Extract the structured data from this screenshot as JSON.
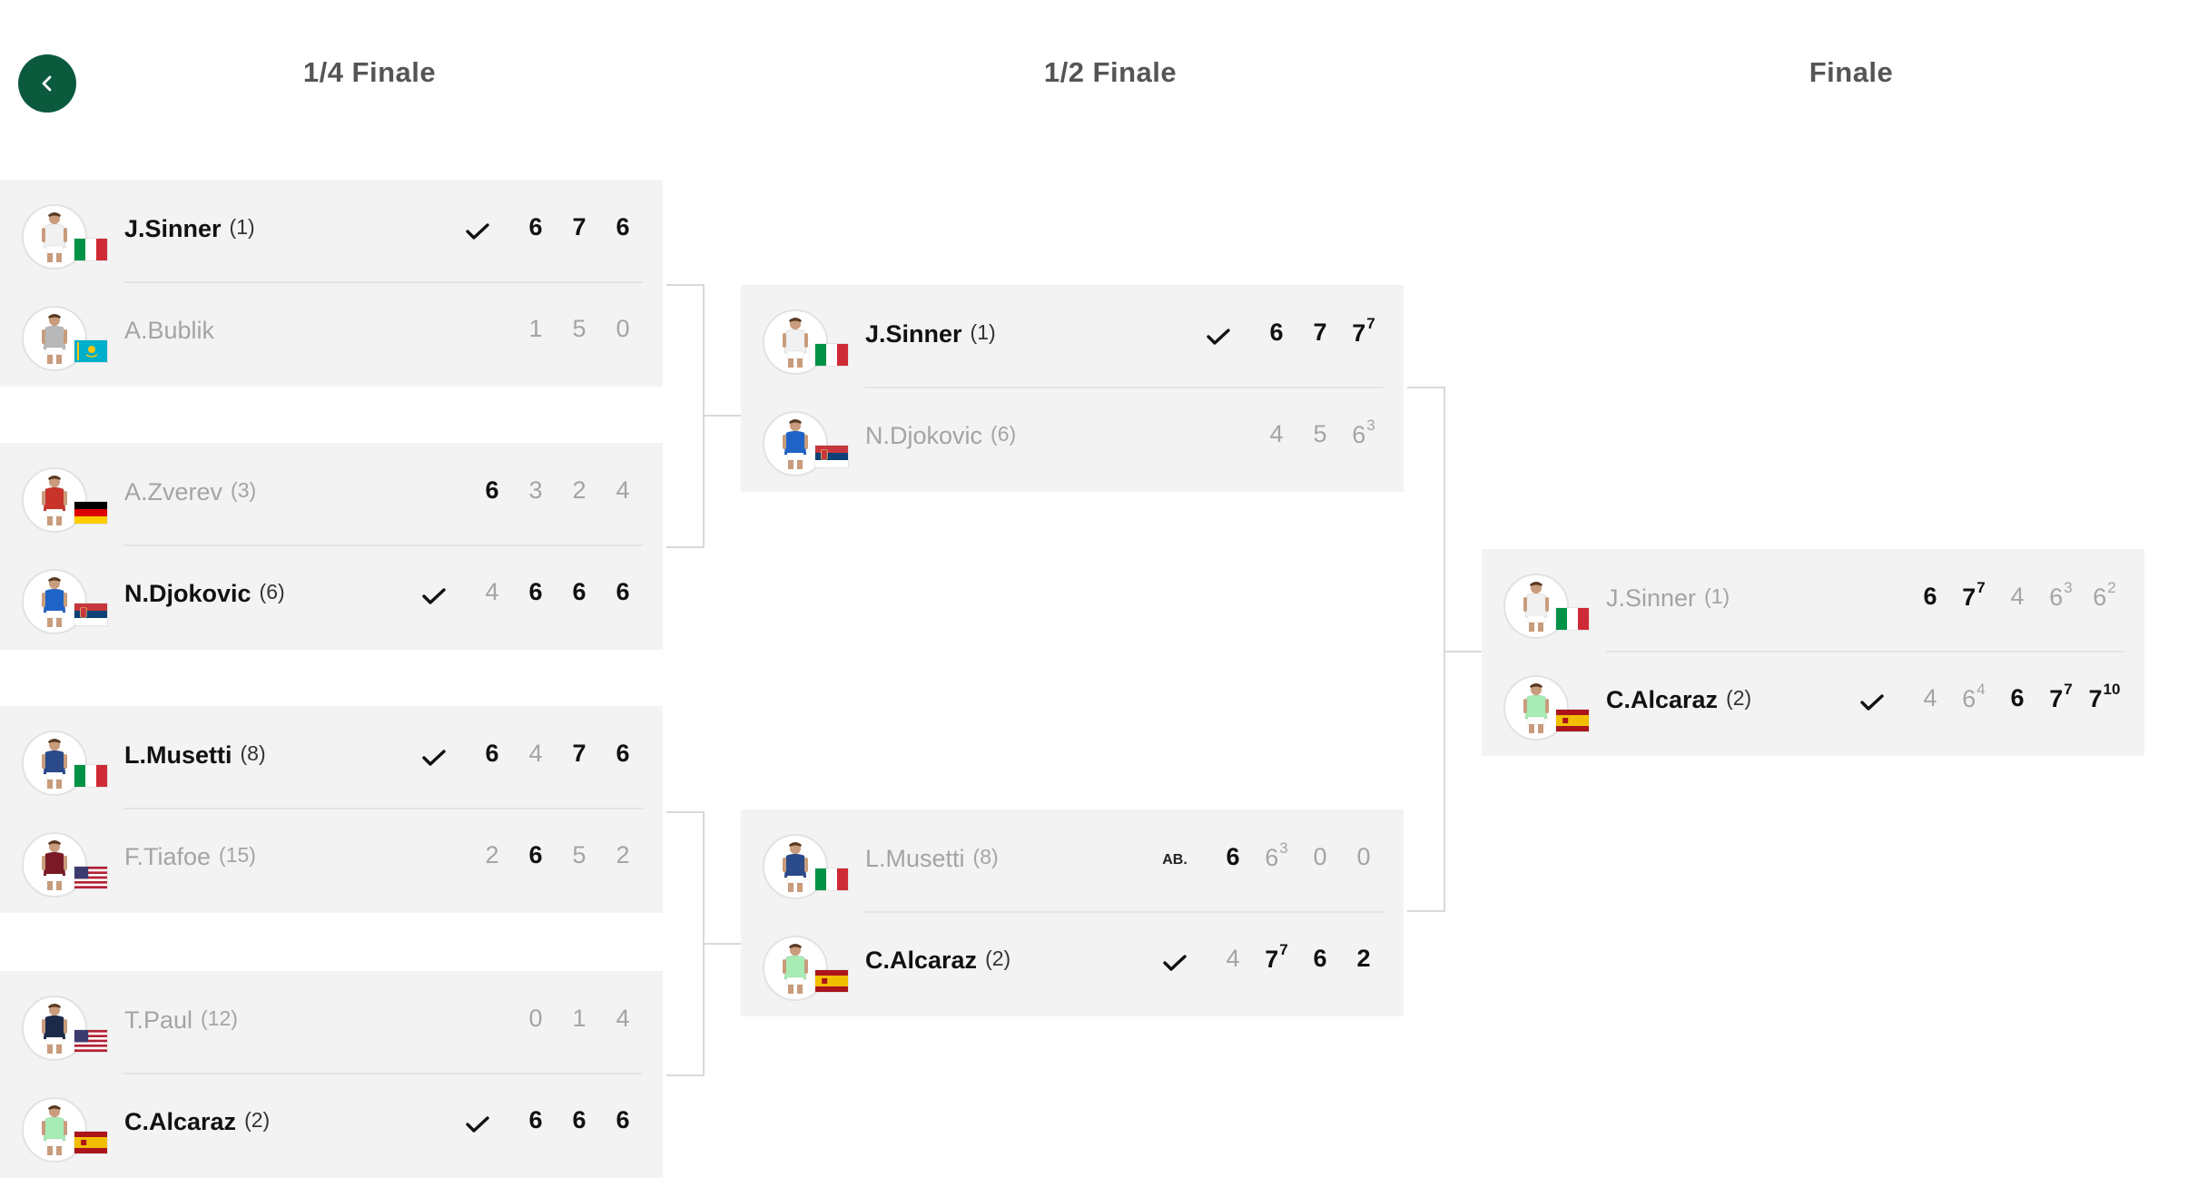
{
  "back_button_icon": "chevron-left-icon",
  "check_icon": "checkmark-icon",
  "colors": {
    "back_button": "#0b5a3e",
    "panel": "#f3f3f3",
    "winner_text": "#111111",
    "loser_text": "#a4a4a4",
    "connector": "#d9d9d9"
  },
  "rounds": [
    {
      "title": "1/4 Finale",
      "matches": [
        {
          "players": [
            {
              "name": "J.Sinner",
              "seed": "(1)",
              "country": "ITA",
              "kit": "#f1f1f1",
              "winner": true,
              "scores": [
                {
                  "v": "6",
                  "won": true
                },
                {
                  "v": "7",
                  "won": true
                },
                {
                  "v": "6",
                  "won": true
                }
              ]
            },
            {
              "name": "A.Bublik",
              "seed": "",
              "country": "KAZ",
              "kit": "#b8b8b8",
              "winner": false,
              "scores": [
                {
                  "v": "1",
                  "won": false
                },
                {
                  "v": "5",
                  "won": false
                },
                {
                  "v": "0",
                  "won": false
                }
              ]
            }
          ]
        },
        {
          "players": [
            {
              "name": "A.Zverev",
              "seed": "(3)",
              "country": "GER",
              "kit": "#c9342a",
              "winner": false,
              "scores": [
                {
                  "v": "6",
                  "won": true
                },
                {
                  "v": "3",
                  "won": false
                },
                {
                  "v": "2",
                  "won": false
                },
                {
                  "v": "4",
                  "won": false
                }
              ]
            },
            {
              "name": "N.Djokovic",
              "seed": "(6)",
              "country": "SRB",
              "kit": "#1f63c6",
              "winner": true,
              "scores": [
                {
                  "v": "4",
                  "won": false
                },
                {
                  "v": "6",
                  "won": true
                },
                {
                  "v": "6",
                  "won": true
                },
                {
                  "v": "6",
                  "won": true
                }
              ]
            }
          ]
        },
        {
          "players": [
            {
              "name": "L.Musetti",
              "seed": "(8)",
              "country": "ITA",
              "kit": "#2a4a8a",
              "winner": true,
              "scores": [
                {
                  "v": "6",
                  "won": true
                },
                {
                  "v": "4",
                  "won": false
                },
                {
                  "v": "7",
                  "won": true
                },
                {
                  "v": "6",
                  "won": true
                }
              ]
            },
            {
              "name": "F.Tiafoe",
              "seed": "(15)",
              "country": "USA",
              "kit": "#7a1a26",
              "winner": false,
              "scores": [
                {
                  "v": "2",
                  "won": false
                },
                {
                  "v": "6",
                  "won": true
                },
                {
                  "v": "5",
                  "won": false
                },
                {
                  "v": "2",
                  "won": false
                }
              ]
            }
          ]
        },
        {
          "players": [
            {
              "name": "T.Paul",
              "seed": "(12)",
              "country": "USA",
              "kit": "#1c2a4a",
              "winner": false,
              "scores": [
                {
                  "v": "0",
                  "won": false
                },
                {
                  "v": "1",
                  "won": false
                },
                {
                  "v": "4",
                  "won": false
                }
              ]
            },
            {
              "name": "C.Alcaraz",
              "seed": "(2)",
              "country": "ESP",
              "kit": "#a6ecb4",
              "winner": true,
              "scores": [
                {
                  "v": "6",
                  "won": true
                },
                {
                  "v": "6",
                  "won": true
                },
                {
                  "v": "6",
                  "won": true
                }
              ]
            }
          ]
        }
      ]
    },
    {
      "title": "1/2 Finale",
      "matches": [
        {
          "players": [
            {
              "name": "J.Sinner",
              "seed": "(1)",
              "country": "ITA",
              "kit": "#f1f1f1",
              "winner": true,
              "scores": [
                {
                  "v": "6",
                  "won": true
                },
                {
                  "v": "7",
                  "won": true
                },
                {
                  "v": "7",
                  "tb": "7",
                  "won": true
                }
              ]
            },
            {
              "name": "N.Djokovic",
              "seed": "(6)",
              "country": "SRB",
              "kit": "#1f63c6",
              "winner": false,
              "scores": [
                {
                  "v": "4",
                  "won": false
                },
                {
                  "v": "5",
                  "won": false
                },
                {
                  "v": "6",
                  "tb": "3",
                  "won": false
                }
              ]
            }
          ]
        },
        {
          "players": [
            {
              "name": "L.Musetti",
              "seed": "(8)",
              "country": "ITA",
              "kit": "#2a4a8a",
              "winner": false,
              "tag": "AB.",
              "scores": [
                {
                  "v": "6",
                  "won": true
                },
                {
                  "v": "6",
                  "tb": "3",
                  "won": false
                },
                {
                  "v": "0",
                  "won": false
                },
                {
                  "v": "0",
                  "won": false
                }
              ]
            },
            {
              "name": "C.Alcaraz",
              "seed": "(2)",
              "country": "ESP",
              "kit": "#a6ecb4",
              "winner": true,
              "scores": [
                {
                  "v": "4",
                  "won": false
                },
                {
                  "v": "7",
                  "tb": "7",
                  "won": true
                },
                {
                  "v": "6",
                  "won": true
                },
                {
                  "v": "2",
                  "won": true
                }
              ]
            }
          ]
        }
      ]
    },
    {
      "title": "Finale",
      "matches": [
        {
          "players": [
            {
              "name": "J.Sinner",
              "seed": "(1)",
              "country": "ITA",
              "kit": "#f1f1f1",
              "winner": false,
              "scores": [
                {
                  "v": "6",
                  "won": true
                },
                {
                  "v": "7",
                  "tb": "7",
                  "won": true
                },
                {
                  "v": "4",
                  "won": false
                },
                {
                  "v": "6",
                  "tb": "3",
                  "won": false
                },
                {
                  "v": "6",
                  "tb": "2",
                  "won": false
                }
              ]
            },
            {
              "name": "C.Alcaraz",
              "seed": "(2)",
              "country": "ESP",
              "kit": "#a6ecb4",
              "winner": true,
              "scores": [
                {
                  "v": "4",
                  "won": false
                },
                {
                  "v": "6",
                  "tb": "4",
                  "won": false
                },
                {
                  "v": "6",
                  "won": true
                },
                {
                  "v": "7",
                  "tb": "7",
                  "won": true
                },
                {
                  "v": "7",
                  "tb": "10",
                  "won": true
                }
              ]
            }
          ]
        }
      ]
    }
  ]
}
